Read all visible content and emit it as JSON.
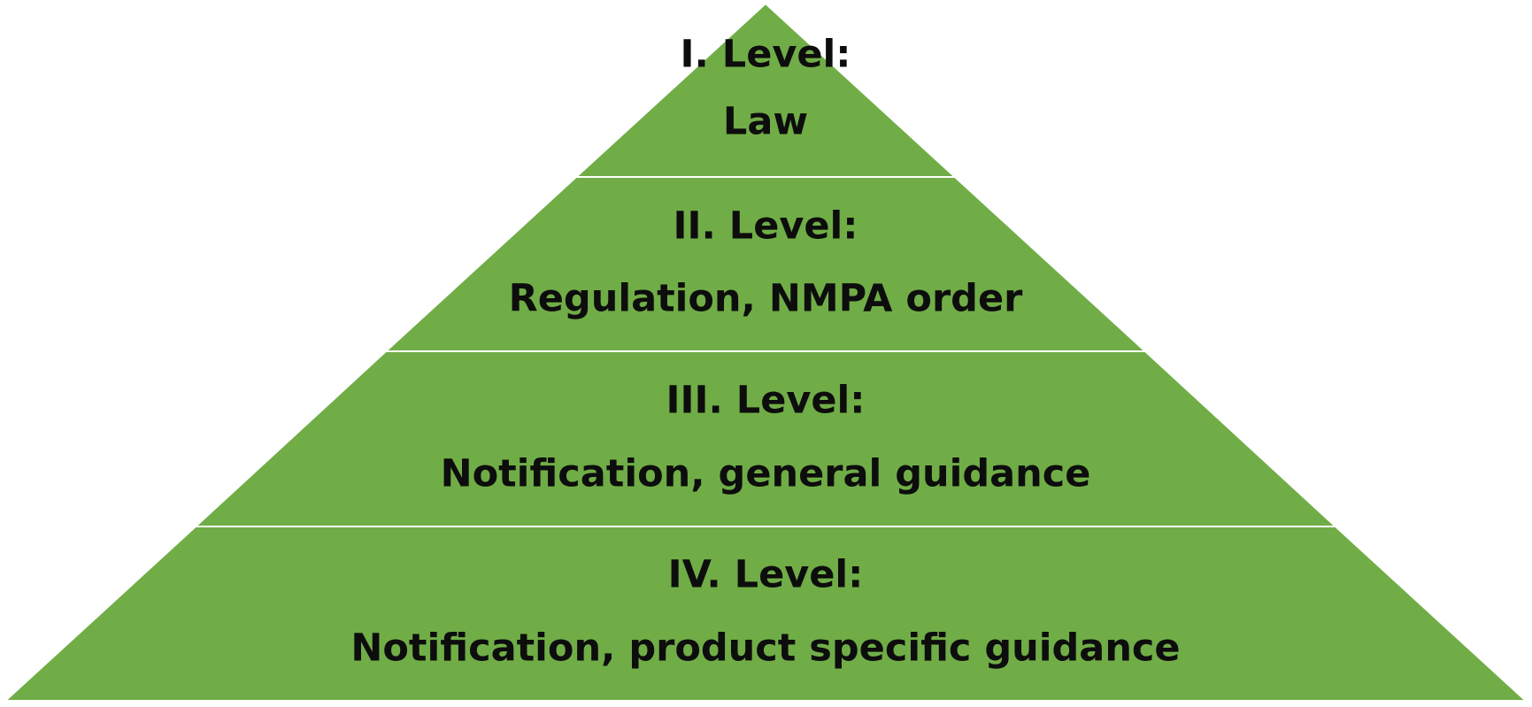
{
  "colors": {
    "fill": "#70AD47",
    "text": "#0D0D0D",
    "divider": "#FFFFFF"
  },
  "levels": [
    {
      "heading": "I. Level:",
      "description": "Law"
    },
    {
      "heading": "II. Level:",
      "description": "Regulation, NMPA order"
    },
    {
      "heading": "III. Level:",
      "description": "Notification, general guidance"
    },
    {
      "heading": "IV. Level:",
      "description": "Notification, product specific guidance"
    }
  ]
}
